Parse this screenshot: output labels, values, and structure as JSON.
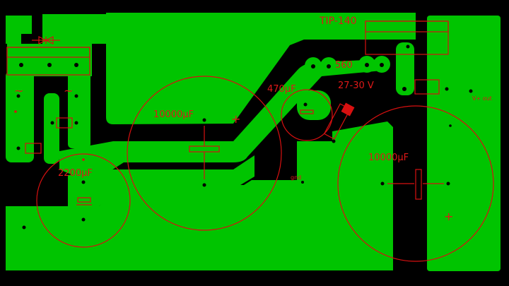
{
  "colors": {
    "background": "#000000",
    "copper": "#00c400",
    "silkscreen": "#d81010",
    "drill": "#000000"
  },
  "labels": {
    "regulator": "TIP-140",
    "resistor_560": "560",
    "voltage_range": "27-30 V",
    "cap_470": "470µF",
    "cap_10000_left": "10000µF",
    "cap_10000_right": "10000µF",
    "cap_2200": "2200µF",
    "vplus_out": "V+ out",
    "gnd": "gnd",
    "plus_left": "+",
    "plus_right": "+",
    "ac_left": "~",
    "ac_right": "~"
  }
}
